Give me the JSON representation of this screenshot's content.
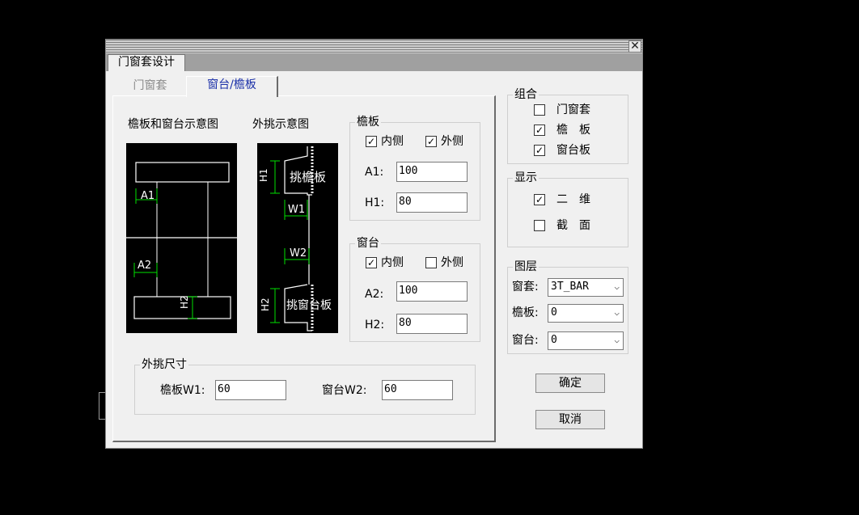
{
  "window": {
    "title": "门窗套设计",
    "close_glyph": "✕"
  },
  "tabs": [
    {
      "label": "门窗套",
      "active": false
    },
    {
      "label": "窗台/檐板",
      "active": true
    }
  ],
  "diagrams": {
    "left_title": "檐板和窗台示意图",
    "right_title": "外挑示意图",
    "left_labels": {
      "a1": "A1",
      "a2": "A2",
      "h2": "H2"
    },
    "right_labels": {
      "h1": "H1",
      "eave": "挑檐板",
      "w1": "W1",
      "w2": "W2",
      "h2": "H2",
      "sill": "挑窗台板"
    }
  },
  "eave_group": {
    "title": "檐板",
    "inner": {
      "label": "内侧",
      "checked": true
    },
    "outer": {
      "label": "外侧",
      "checked": true
    },
    "a1": {
      "label": "A1:",
      "value": "100"
    },
    "h1": {
      "label": "H1:",
      "value": "80"
    }
  },
  "sill_group": {
    "title": "窗台",
    "inner": {
      "label": "内侧",
      "checked": true
    },
    "outer": {
      "label": "外侧",
      "checked": false
    },
    "a2": {
      "label": "A2:",
      "value": "100"
    },
    "h2": {
      "label": "H2:",
      "value": "80"
    }
  },
  "overhang": {
    "title": "外挑尺寸",
    "w1": {
      "label": "檐板W1:",
      "value": "60"
    },
    "w2": {
      "label": "窗台W2:",
      "value": "60"
    }
  },
  "combo_group": {
    "title": "组合",
    "items": [
      {
        "label": "门窗套",
        "checked": false
      },
      {
        "label": "檐　板",
        "checked": true
      },
      {
        "label": "窗台板",
        "checked": true
      }
    ]
  },
  "display_group": {
    "title": "显示",
    "items": [
      {
        "label": "二　维",
        "checked": true
      },
      {
        "label": "截　面",
        "checked": false
      }
    ]
  },
  "layer_group": {
    "title": "图层",
    "rows": [
      {
        "label": "窗套:",
        "value": "3T_BAR"
      },
      {
        "label": "檐板:",
        "value": "0"
      },
      {
        "label": "窗台:",
        "value": "0"
      }
    ]
  },
  "buttons": {
    "ok": "确定",
    "cancel": "取消"
  },
  "colors": {
    "dimension": "#00e000",
    "dialog_bg": "#f0f0f0",
    "active_tab_text": "#1a2fa8"
  },
  "check_glyph": "✓",
  "arrow_glyph": "⌵"
}
